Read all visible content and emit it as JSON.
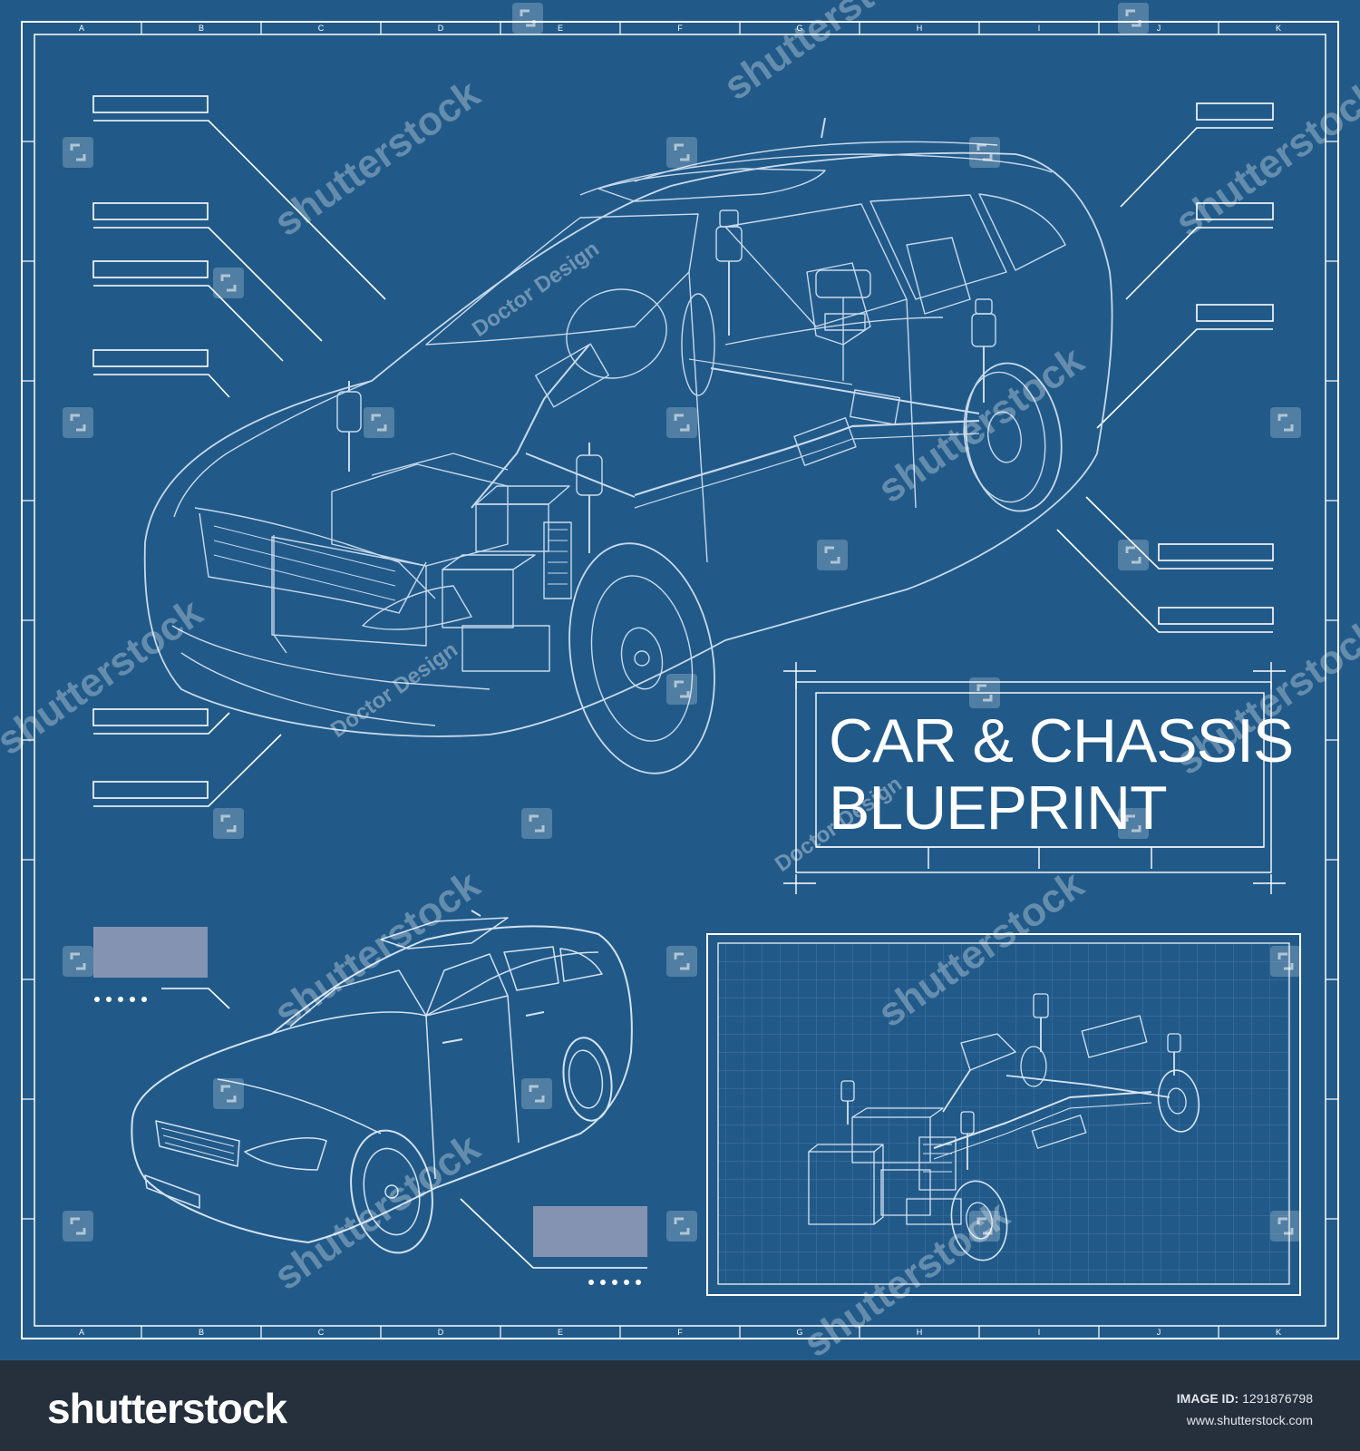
{
  "poster": {
    "title_line1": "CAR & CHASSIS",
    "title_line2": "BLUEPRINT",
    "column_letters": [
      "A",
      "B",
      "C",
      "D",
      "E",
      "F",
      "G",
      "H",
      "I",
      "J",
      "K"
    ]
  },
  "credits": {
    "designer": "Doctor Design",
    "watermark": "shutterstock"
  },
  "footer": {
    "logo": "shutterstock",
    "image_id_label": "IMAGE ID:",
    "image_id": "1291876798",
    "url": "www.shutterstock.com"
  },
  "colors": {
    "blueprint_background": "#215a89",
    "line": "#ffffff",
    "placeholder_fill": "#8593b2",
    "footer_background": "#262f3c"
  },
  "icons": [
    "shutterstock-watermark-icon"
  ]
}
